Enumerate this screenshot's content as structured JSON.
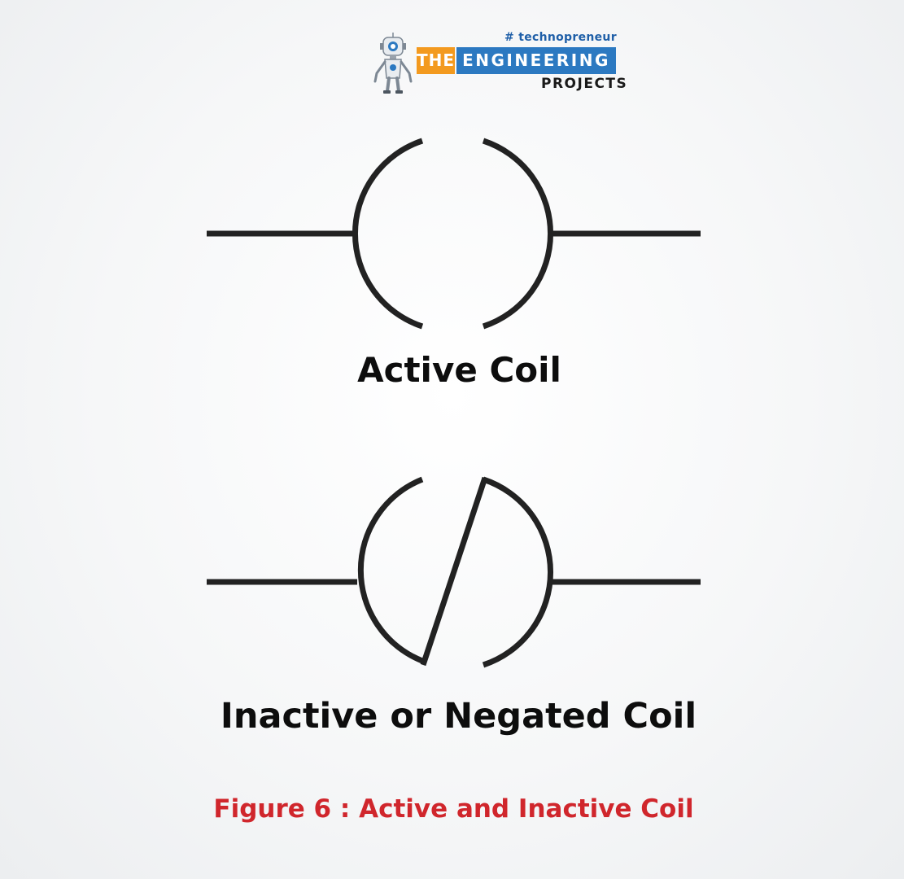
{
  "logo": {
    "hashtag": "# technopreneur",
    "word_the": "THE",
    "word_engineering": "ENGINEERING",
    "word_projects": "PROJECTS",
    "colors": {
      "orange": "#f39a1f",
      "blue": "#2c79c1",
      "hashtag_blue": "#1f5fa8"
    }
  },
  "diagram": {
    "active_label": "Active Coil",
    "inactive_label": "Inactive or Negated Coil",
    "stroke_color": "#222222"
  },
  "caption": {
    "text": "Figure 6 : Active and Inactive Coil",
    "color": "#d0262c"
  }
}
